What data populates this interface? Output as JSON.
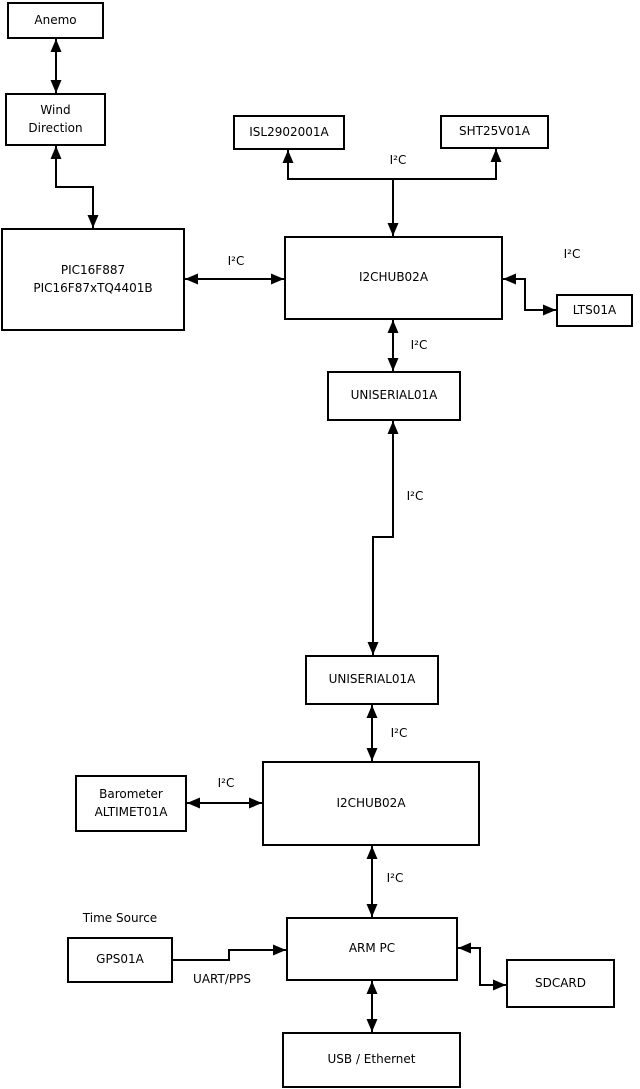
{
  "diagram": {
    "nodes": {
      "anemo": "Anemo",
      "wind_direction": "Wind\nDirection",
      "pic": "PIC16F887\nPIC16F87xTQ4401B",
      "isl": "ISL2902001A",
      "sht": "SHT25V01A",
      "i2chub_top": "I2CHUB02A",
      "lts": "LTS01A",
      "uniserial_top": "UNISERIAL01A",
      "uniserial_bottom": "UNISERIAL01A",
      "barometer": "Barometer\nALTIMET01A",
      "i2chub_bottom": "I2CHUB02A",
      "gps": "GPS01A",
      "arm_pc": "ARM PC",
      "sdcard": "SDCARD",
      "usb_ethernet": "USB / Ethernet"
    },
    "labels": {
      "i2c_sensors": "I²C",
      "i2c_pic": "I²C",
      "i2c_lts": "I²C",
      "i2c_hub_serial": "I²C",
      "i2c_serial_link": "I²C",
      "i2c_serial_hub2": "I²C",
      "i2c_barometer": "I²C",
      "i2c_hub2_arm": "I²C",
      "time_source": "Time Source",
      "uart_pps": "UART/PPS"
    },
    "edges": [
      {
        "from": "Anemo",
        "to": "Wind Direction",
        "label": "",
        "direction": "bidirectional"
      },
      {
        "from": "Wind Direction",
        "to": "PIC16F887 PIC16F87xTQ4401B",
        "label": "",
        "direction": "bidirectional"
      },
      {
        "from": "PIC16F887 PIC16F87xTQ4401B",
        "to": "I2CHUB02A (top)",
        "label": "I²C",
        "direction": "bidirectional"
      },
      {
        "from": "I2CHUB02A (top)",
        "to": "ISL2902001A",
        "label": "I²C",
        "direction": "to"
      },
      {
        "from": "I2CHUB02A (top)",
        "to": "SHT25V01A",
        "label": "I²C",
        "direction": "to"
      },
      {
        "from": "I2CHUB02A (top)",
        "to": "LTS01A",
        "label": "I²C",
        "direction": "bidirectional"
      },
      {
        "from": "I2CHUB02A (top)",
        "to": "UNISERIAL01A (upper)",
        "label": "I²C",
        "direction": "bidirectional"
      },
      {
        "from": "UNISERIAL01A (upper)",
        "to": "UNISERIAL01A (lower)",
        "label": "I²C",
        "direction": "bidirectional"
      },
      {
        "from": "UNISERIAL01A (lower)",
        "to": "I2CHUB02A (bottom)",
        "label": "I²C",
        "direction": "bidirectional"
      },
      {
        "from": "Barometer ALTIMET01A",
        "to": "I2CHUB02A (bottom)",
        "label": "I²C",
        "direction": "bidirectional"
      },
      {
        "from": "I2CHUB02A (bottom)",
        "to": "ARM PC",
        "label": "I²C",
        "direction": "bidirectional"
      },
      {
        "from": "GPS01A",
        "to": "ARM PC",
        "label": "UART/PPS",
        "direction": "to"
      },
      {
        "from": "ARM PC",
        "to": "SDCARD",
        "label": "",
        "direction": "bidirectional"
      },
      {
        "from": "ARM PC",
        "to": "USB / Ethernet",
        "label": "",
        "direction": "bidirectional"
      }
    ],
    "colors": {
      "line": "#000000",
      "box_border": "#000000",
      "box_fill": "#ffffff",
      "background": "#ffffff",
      "text": "#000000"
    }
  }
}
